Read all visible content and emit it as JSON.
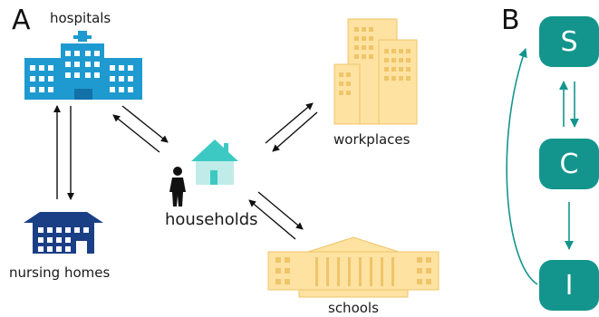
{
  "panel_a": {
    "label": "A",
    "nodes": {
      "hospitals": "hospitals",
      "households": "households",
      "workplaces": "workplaces",
      "nursing_homes": "nursing homes",
      "schools": "schools"
    }
  },
  "panel_b": {
    "label": "B",
    "states": [
      "S",
      "C",
      "I"
    ]
  },
  "colors": {
    "hospital": "#1e9ad0",
    "hospital_dark": "#1271a8",
    "nursing_home": "#1b3f85",
    "building": "#fde2a2",
    "building_line": "#f0c468",
    "house": "#3cc9c4",
    "house_light": "#bfece9",
    "state_node": "#13958d",
    "text": "#1a1a1a"
  },
  "icons": [
    "hospital-icon",
    "nursing-home-icon",
    "house-icon",
    "person-icon",
    "office-buildings-icon",
    "school-icon"
  ]
}
